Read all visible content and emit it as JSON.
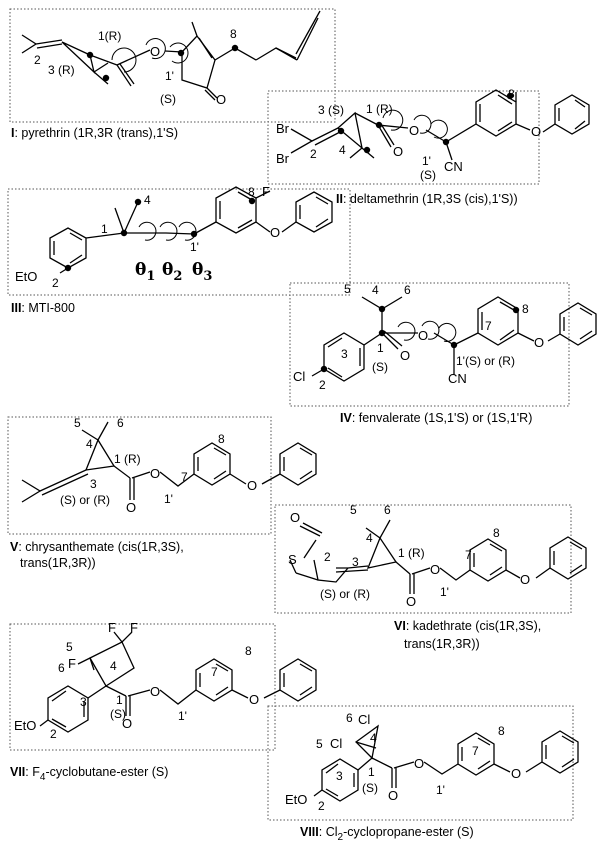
{
  "compounds": [
    {
      "roman": "I",
      "caption": ": pyrethrin (1R,3R (trans),1'S)"
    },
    {
      "roman": "II",
      "caption": ": deltamethrin (1R,3S (cis),1'S))"
    },
    {
      "roman": "III",
      "caption": ": MTI-800"
    },
    {
      "roman": "IV",
      "caption": ": fenvalerate (1S,1'S) or (1S,1'R)"
    },
    {
      "roman": "V",
      "caption": ": chrysanthemate (cis(1R,3S),",
      "caption2": "trans(1R,3R))"
    },
    {
      "roman": "VI",
      "caption": ": kadethrate (cis(1R,3S),",
      "caption2": "trans(1R,3R))"
    },
    {
      "roman": "VII",
      "caption": ": F",
      "sub": "4",
      "caption_rest": "-cyclobutane-ester (S)"
    },
    {
      "roman": "VIII",
      "caption": ": Cl",
      "sub": "2",
      "caption_rest": "-cyclopropane-ester (S)"
    }
  ],
  "labels": {
    "i_2": "2",
    "i_3r": "3 (R)",
    "i_1r": "1(R)",
    "i_1p": "1'",
    "i_s": "(S)",
    "i_8": "8",
    "ii_br1": "Br",
    "ii_br2": "Br",
    "ii_2": "2",
    "ii_3s": "3 (S)",
    "ii_1r": "1 (R)",
    "ii_4": "4",
    "ii_1p": "1'",
    "ii_s": "(S)",
    "ii_cn": "CN",
    "ii_8": "8",
    "iii_4": "4",
    "iii_1": "1",
    "iii_8": "8",
    "iii_f": "F",
    "iii_eto": "EtO",
    "iii_2": "2",
    "iii_1p": "1'",
    "iii_t1": "θ",
    "iii_t1s": "1",
    "iii_t2": "θ",
    "iii_t2s": "2",
    "iii_t3": "θ",
    "iii_t3s": "3",
    "iv_5": "5",
    "iv_4": "4",
    "iv_6": "6",
    "iv_3": "3",
    "iv_1": "1",
    "iv_s": "(S)",
    "iv_cl": "Cl",
    "iv_2": "2",
    "iv_7": "7",
    "iv_8": "8",
    "iv_1p": "1'(S) or (R)",
    "iv_cn": "CN",
    "v_5": "5",
    "v_6": "6",
    "v_4": "4",
    "v_1r": "1 (R)",
    "v_3": "3",
    "v_sr": "(S) or (R)",
    "v_1p": "1'",
    "v_7": "7",
    "v_8": "8",
    "vi_5": "5",
    "vi_6": "6",
    "vi_4": "4",
    "vi_1r": "1 (R)",
    "vi_2": "2",
    "vi_s": "S",
    "vi_sr": "(S) or (R)",
    "vi_3": "3",
    "vi_1p": "1'",
    "vi_7": "7",
    "vi_8": "8",
    "vii_f1": "F",
    "vii_f2": "F",
    "vii_f3": "F",
    "vii_5": "5",
    "vii_6": "6",
    "vii_4": "4",
    "vii_3": "3",
    "vii_1": "1",
    "vii_s": "(S)",
    "vii_eto": "EtO",
    "vii_2": "2",
    "vii_1p": "1'",
    "vii_7": "7",
    "vii_8": "8",
    "viii_6": "6",
    "viii_cl1": "Cl",
    "viii_5": "5",
    "viii_cl2": "Cl",
    "viii_4": "4",
    "viii_3": "3",
    "viii_1": "1",
    "viii_s": "(S)",
    "viii_eto": "EtO",
    "viii_2": "2",
    "viii_1p": "1'",
    "viii_7": "7",
    "viii_8": "8"
  },
  "atoms": {
    "o": "O",
    "f": "F",
    "cl": "Cl"
  }
}
